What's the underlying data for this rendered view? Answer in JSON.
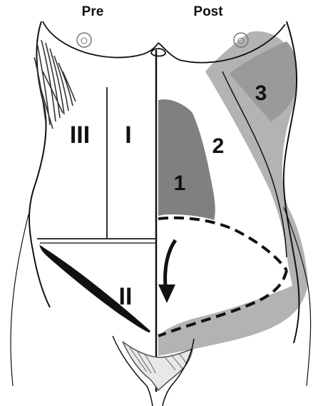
{
  "headers": {
    "left": "Pre",
    "right": "Post"
  },
  "pre_zones": {
    "zone_3": "III",
    "zone_1": "I",
    "zone_2": "II"
  },
  "post_regions": {
    "region_1": "1",
    "region_2": "2",
    "region_3": "3"
  },
  "colors": {
    "outline": "#111111",
    "dark_region": "#808080",
    "light_region": "#b3b3b3",
    "mid_region": "#9a9a9a",
    "background": "#ffffff"
  }
}
